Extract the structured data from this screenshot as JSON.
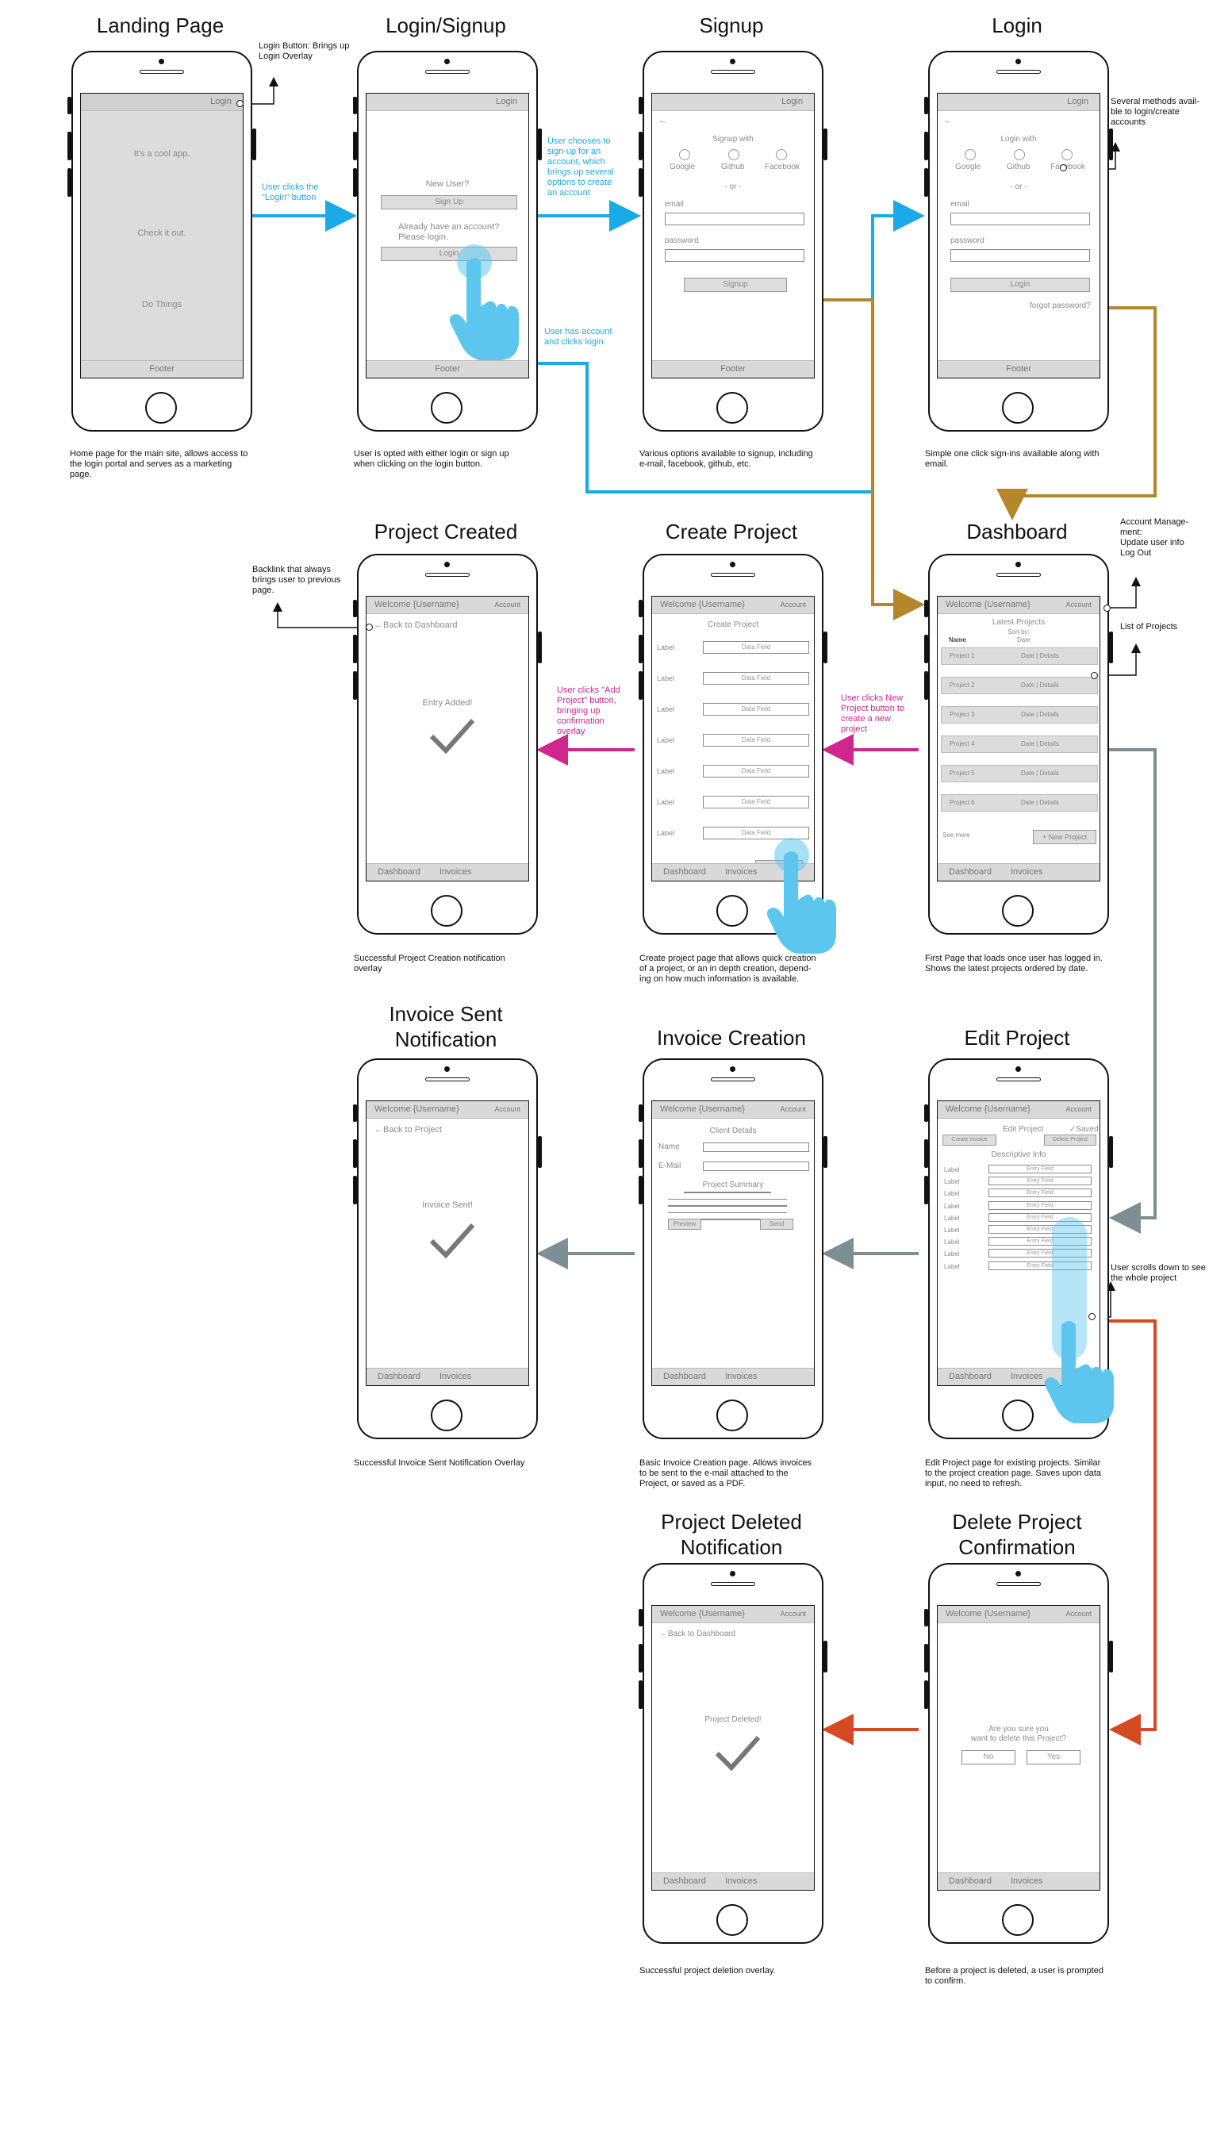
{
  "colors": {
    "blue": "#1aaae6",
    "gold": "#b5862c",
    "pink": "#d1268e",
    "gray": "#7d8f94",
    "orange": "#d44a22",
    "hand": "#5cc6ee"
  },
  "icons": [
    "hand-pointer-icon",
    "checkmark-icon",
    "back-arrow-icon",
    "radio-icon"
  ],
  "titles": {
    "landing": "Landing Page",
    "login_signup": "Login/Signup",
    "signup": "Signup",
    "login": "Login",
    "project_created": "Project Created",
    "create_project": "Create Project",
    "dashboard": "Dashboard",
    "invoice_sent_1": "Invoice Sent",
    "invoice_sent_2": "Notification",
    "invoice_creation": "Invoice Creation",
    "edit_project": "Edit Project",
    "project_deleted_1": "Project Deleted",
    "project_deleted_2": "Notification",
    "delete_confirm_1": "Delete Project",
    "delete_confirm_2": "Confirmation"
  },
  "landing": {
    "login": "Login",
    "line1": "It's a cool app.",
    "line2": "Check it out.",
    "line3": "Do Things",
    "footer": "Footer"
  },
  "login_signup": {
    "login": "Login",
    "new_user": "New User?",
    "sign_up": "Sign Up",
    "already": "Already have an account?",
    "please": "Please login.",
    "login_btn": "Login",
    "footer": "Footer"
  },
  "signup": {
    "login": "Login",
    "signup_with": "Signup with",
    "google": "Google",
    "github": "Github",
    "facebook": "Facebook",
    "or": "- or -",
    "email": "email",
    "password": "password",
    "signup_btn": "Signup",
    "footer": "Footer"
  },
  "login": {
    "login": "Login",
    "login_with": "Login with",
    "google": "Google",
    "github": "Github",
    "facebook": "Facebook",
    "or": "- or -",
    "email": "email",
    "password": "password",
    "login_btn": "Login",
    "forgot": "forgot password?",
    "footer": "Footer"
  },
  "app": {
    "welcome": "Welcome {Username}",
    "account": "Account",
    "dashboard": "Dashboard",
    "invoices": "Invoices",
    "back_dashboard": "Back to Dashboard",
    "back_project": "Back to Project"
  },
  "project_created": {
    "message": "Entry Added!"
  },
  "create_project": {
    "heading": "Create Project",
    "label": "Label",
    "data_field": "Data Field",
    "add_btn": "Add Project"
  },
  "dashboard": {
    "heading": "Latest Projects",
    "sort_by": "Sort by:",
    "name": "Name",
    "date": "Date",
    "projects": [
      {
        "name": "Project 1",
        "meta": "Date | Details"
      },
      {
        "name": "Project 2",
        "meta": "Date | Details"
      },
      {
        "name": "Project 3",
        "meta": "Date | Details"
      },
      {
        "name": "Project 4",
        "meta": "Date | Details"
      },
      {
        "name": "Project 5",
        "meta": "Date | Details"
      },
      {
        "name": "Project 6",
        "meta": "Date | Details"
      }
    ],
    "see_more": "See more",
    "new_project": "+ New Project"
  },
  "invoice_sent": {
    "message": "Invoice Sent!"
  },
  "invoice_creation": {
    "client_details": "Client Details",
    "name": "Name",
    "email": "E-Mail",
    "summary": "Project Summary",
    "preview": "Preview",
    "send": "Send"
  },
  "edit_project": {
    "heading": "Edit Project",
    "saved": "Saved",
    "create_invoice": "Create Invoice",
    "delete_project": "Delete Project",
    "descriptive": "Descriptive Info",
    "label": "Label",
    "entry_field": "Entry Field"
  },
  "project_deleted": {
    "message": "Project Deleted!"
  },
  "delete_confirm": {
    "q1": "Are you sure you",
    "q2": "want to delete this Project?",
    "no": "No",
    "yes": "Yes"
  },
  "notes": {
    "login_button_1": "Login Button: Brings up",
    "login_button_2": "Login Overlay",
    "click_login_1": "User clicks the",
    "click_login_2": "\"Login\" button",
    "chooses_1": "User chooses to",
    "chooses_2": "sign-up for an",
    "chooses_3": "account, which",
    "chooses_4": "brings up several",
    "chooses_5": "options to create",
    "chooses_6": "an account",
    "has_account_1": "User has account",
    "has_account_2": "and clicks login",
    "methods_1": "Several methods avail-",
    "methods_2": "ble to login/create",
    "methods_3": "accounts",
    "account_mgmt_1": "Account Manage-",
    "account_mgmt_2": "ment:",
    "account_mgmt_3": "Update user info",
    "account_mgmt_4": "Log Out",
    "list_projects": "List of Projects",
    "backlink_1": "Backlink that always",
    "backlink_2": "brings user to previous",
    "backlink_3": "page.",
    "add_project_1": "User clicks \"Add",
    "add_project_2": "Project\" button,",
    "add_project_3": "bringing up",
    "add_project_4": "confirmation",
    "add_project_5": "overlay",
    "new_project_1": "User clicks New",
    "new_project_2": "Project button to",
    "new_project_3": "create a new",
    "new_project_4": "project",
    "scrolls_1": "User scrolls down to see",
    "scrolls_2": "the whole project"
  },
  "captions": {
    "landing_1": "Home page for the main site, allows access to",
    "landing_2": "the login portal and serves as a marketing",
    "landing_3": "page.",
    "login_signup_1": "User is opted with either login or sign up",
    "login_signup_2": "when clicking on the login button.",
    "signup_1": "Various options available to signup, including",
    "signup_2": "e-mail, facebook, github, etc.",
    "login_1": "Simple one click sign-ins available along with",
    "login_2": "email.",
    "project_created_1": "Successful Project Creation notification",
    "project_created_2": "overlay",
    "create_project_1": "Create project page that allows quick creation",
    "create_project_2": "of a project, or an in depth creation, depend-",
    "create_project_3": "ing on how much information is available.",
    "dashboard_1": "First Page that loads once user has logged in.",
    "dashboard_2": "Shows the latest projects ordered by date.",
    "invoice_sent_1": "Successful Invoice Sent Notification Overlay",
    "invoice_creation_1": "Basic Invoice Creation page. Allows invoices",
    "invoice_creation_2": "to be sent to the e-mail attached to the",
    "invoice_creation_3": "Project, or saved as a PDF.",
    "edit_project_1": "Edit Project page for existing projects. Similar",
    "edit_project_2": "to the project creation page. Saves upon data",
    "edit_project_3": "input, no need to refresh.",
    "project_deleted_1": "Successful project deletion overlay.",
    "delete_confirm_1": "Before a project is deleted, a user is prompted",
    "delete_confirm_2": "to confirm."
  }
}
